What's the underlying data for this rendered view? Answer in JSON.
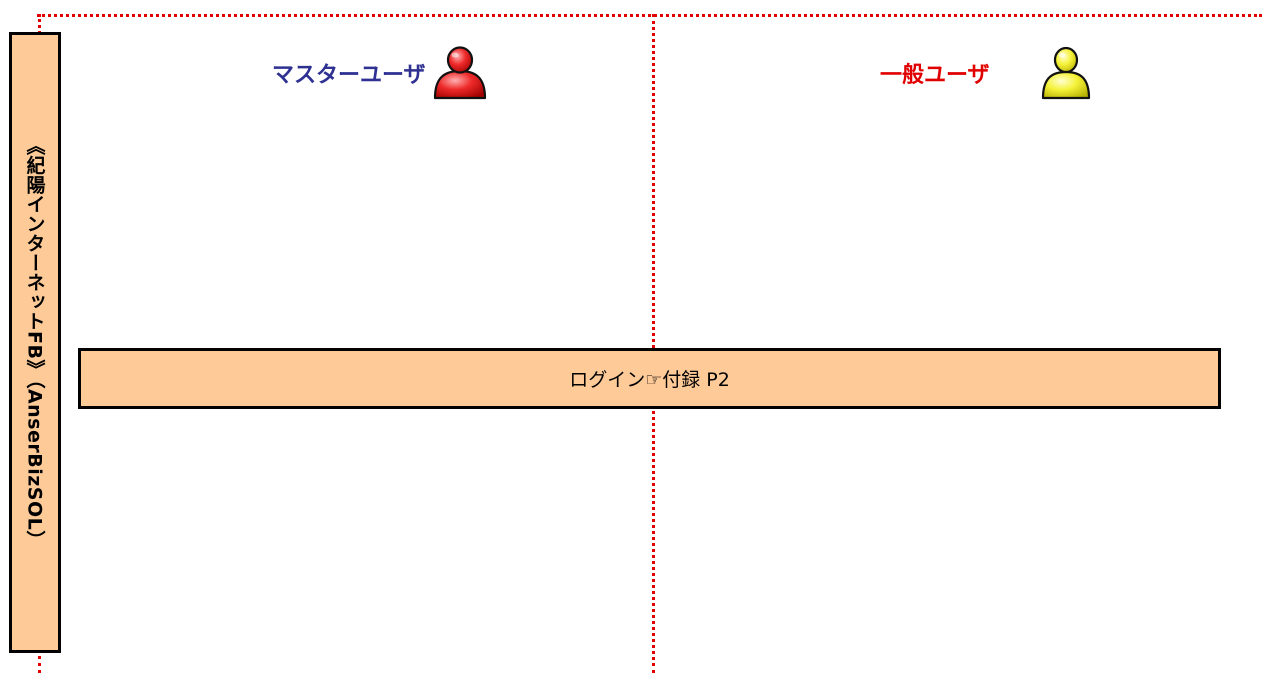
{
  "system": {
    "label": "《紀陽インターネットFB》（AnserBizSOL）"
  },
  "lanes": {
    "master": {
      "label": "マスターユーザ",
      "icon": "user-person-icon",
      "color": "#2e3192",
      "icon_color": "#e02020"
    },
    "general": {
      "label": "一般ユーザ",
      "icon": "user-person-icon",
      "color": "#e00000",
      "icon_color": "#f2f200"
    }
  },
  "process": {
    "label": "ログイン☞付録 P2"
  },
  "colors": {
    "box_fill": "#fdca98",
    "divider": "#e00000",
    "border": "#000000"
  }
}
